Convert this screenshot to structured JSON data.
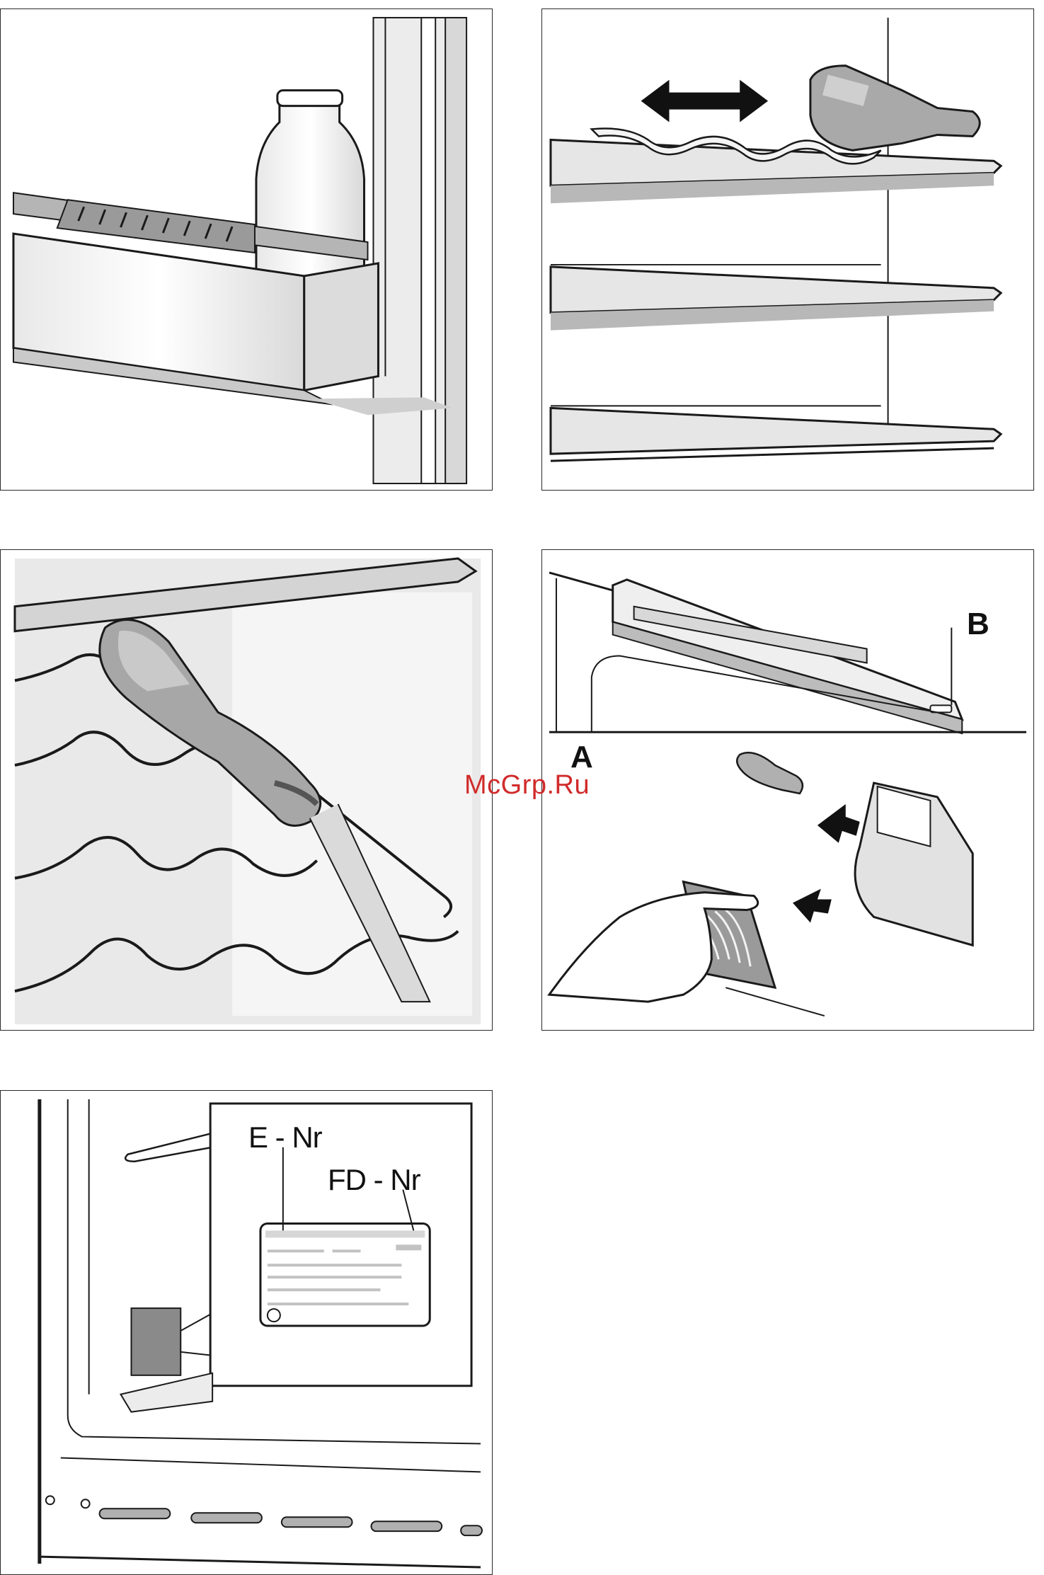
{
  "figure_labels": {
    "label_a": "A",
    "label_b": "B",
    "e_nr": "E - Nr",
    "fd_nr": "FD - Nr"
  },
  "watermark": "McGrp.Ru",
  "colors": {
    "outline": "#1a1a1a",
    "shade_light": "#e4e4e4",
    "shade_mid": "#bdbdbd",
    "shade_dark": "#8a8a8a",
    "watermark": "#d12b2b"
  }
}
